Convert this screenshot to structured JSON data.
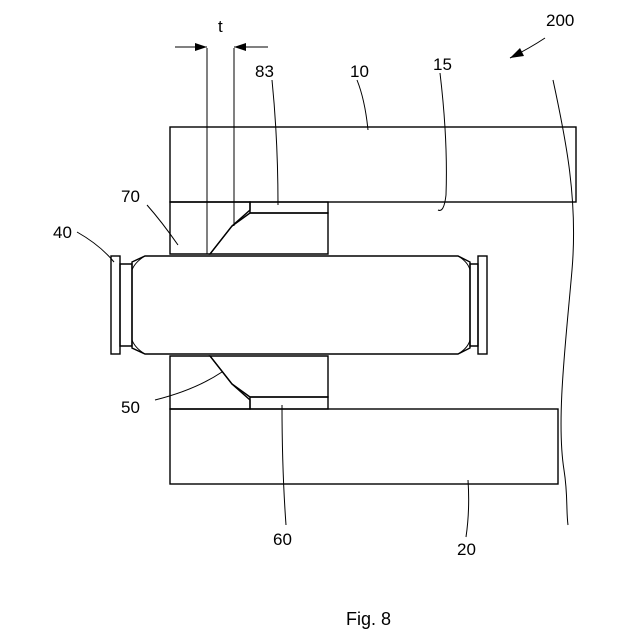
{
  "figure": {
    "caption": "Fig. 8",
    "labels": {
      "assembly": "200",
      "upper_plate": "10",
      "surface": "15",
      "lower_plate": "20",
      "pin": "40",
      "bushing": "50",
      "lower_shim": "60",
      "collar": "70",
      "upper_shim": "83",
      "thickness": "t"
    }
  }
}
